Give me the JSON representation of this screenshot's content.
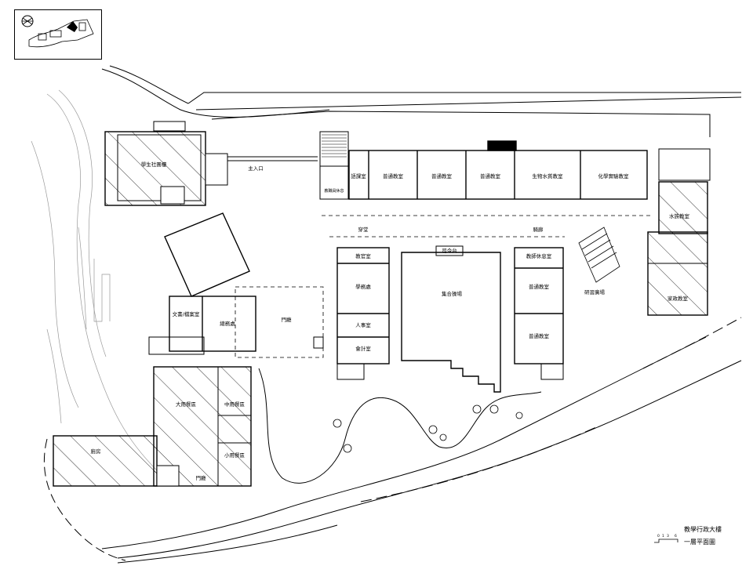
{
  "title_block": {
    "building": "教學行政大樓",
    "floor": "一層平面圖"
  },
  "scale_bar": {
    "ticks": [
      "0",
      "1",
      "3",
      "6"
    ]
  },
  "rooms": {
    "student_union": "學生社團樓",
    "main_entrance": "主入口",
    "teachers_room_small": "教職員休息",
    "classroom_special": "語課室",
    "classroom_1": "普通教室",
    "classroom_2": "普通教室",
    "classroom_3": "普通教室",
    "bio_lab": "生物水質教室",
    "chem_lab": "化學實驗教室",
    "corridor_left": "穿堂",
    "corridor_right": "騎廊",
    "podium": "司令台",
    "assembly": "集合操場",
    "academic": "教官室",
    "student_affairs": "學務處",
    "personnel": "人事室",
    "accounting": "會計室",
    "teacher_lounge": "教師休息室",
    "classroom_4": "普通教室",
    "classroom_5": "普通教室",
    "plaza": "研習廣場",
    "art_room": "水族教室",
    "home_ec": "家政教室",
    "documents": "文書/檔案室",
    "general_affairs": "總務處",
    "lobby": "門廳",
    "canteen_large": "大用餐區",
    "canteen_mid": "中用餐區",
    "canteen_small": "小用餐區",
    "kitchen": "廚房",
    "gate": "門廳"
  }
}
